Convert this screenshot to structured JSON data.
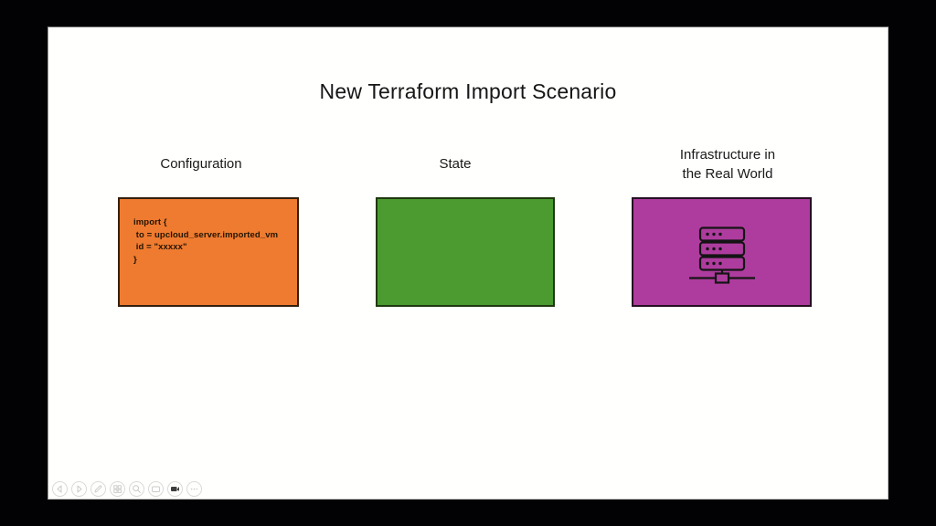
{
  "slide": {
    "title": "New Terraform Import Scenario"
  },
  "columns": [
    {
      "label": "Configuration",
      "box_color": "#ee7b30",
      "code_lines": [
        "import {",
        " to = upcloud_server.imported_vm",
        " id = \"xxxxx\"",
        "}"
      ]
    },
    {
      "label": "State",
      "box_color": "#4b9b30"
    },
    {
      "label": "Infrastructure in the Real World",
      "label_lines": [
        "Infrastructure in",
        "the Real World"
      ],
      "box_color": "#ae3c9e",
      "icon": "server-rack-icon"
    }
  ],
  "toolbar": {
    "items": [
      {
        "name": "previous-slide"
      },
      {
        "name": "next-slide"
      },
      {
        "name": "pen"
      },
      {
        "name": "see-all-slides"
      },
      {
        "name": "zoom"
      },
      {
        "name": "captions"
      },
      {
        "name": "camera",
        "active": true
      },
      {
        "name": "more-options"
      }
    ]
  },
  "colors": {
    "letterbox": "#020204",
    "slide_bg": "#fffffd",
    "box_orange": "#ee7b30",
    "box_green": "#4b9b30",
    "box_magenta": "#ae3c9e",
    "title_text": "#161616"
  }
}
